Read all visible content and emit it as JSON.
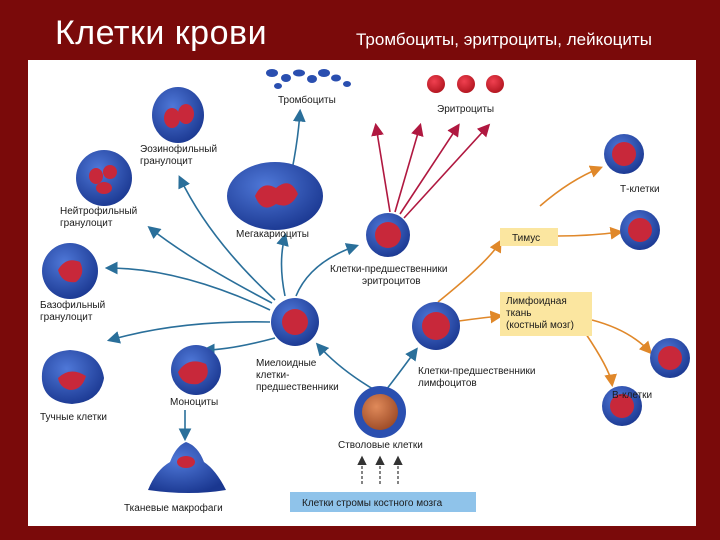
{
  "header": {
    "title": "Клетки крови",
    "subtitle": "Тромбоциты, эритроциты, лейкоциты"
  },
  "diagram": {
    "labels": {
      "platelets": "Тромбоциты",
      "erythrocytes": "Эритроциты",
      "eosinophil_l1": "Эозинофильный",
      "eosinophil_l2": "гранулоцит",
      "neutrophil_l1": "Нейтрофильный",
      "neutrophil_l2": "гранулоцит",
      "megakaryocytes": "Мегакариоциты",
      "basophil_l1": "Базофильный",
      "basophil_l2": "гранулоцит",
      "erythro_prec_l1": "Клетки-предшественники",
      "erythro_prec_l2": "эритроцитов",
      "t_cells": "Т-клетки",
      "thymus": "Тимус",
      "lymphoid_l1": "Лимфоидная",
      "lymphoid_l2": "ткань",
      "lymphoid_l3": "(костный мозг)",
      "myeloid_l1": "Миелоидные",
      "myeloid_l2": "клетки-",
      "myeloid_l3": "предшественники",
      "lympho_prec_l1": "Клетки-предшественники",
      "lympho_prec_l2": "лимфоцитов",
      "b_cells": "В-клетки",
      "mast_cells": "Тучные клетки",
      "monocytes": "Моноциты",
      "stem_cells": "Стволовые клетки",
      "macrophages": "Тканевые макрофаги",
      "stroma": "Клетки стромы костного мозга"
    },
    "colors": {
      "cell_body": "#2a4fb0",
      "cell_nucleus": "#c8283a",
      "erythrocyte": "#e0202c",
      "arrow_blue": "#2a6f9a",
      "arrow_red": "#b01840",
      "arrow_orange": "#e0882a",
      "highlight_yellow": "#fbe6a0",
      "stroma_box": "#8fc3ea",
      "stem_cell": "#c4663a"
    }
  }
}
